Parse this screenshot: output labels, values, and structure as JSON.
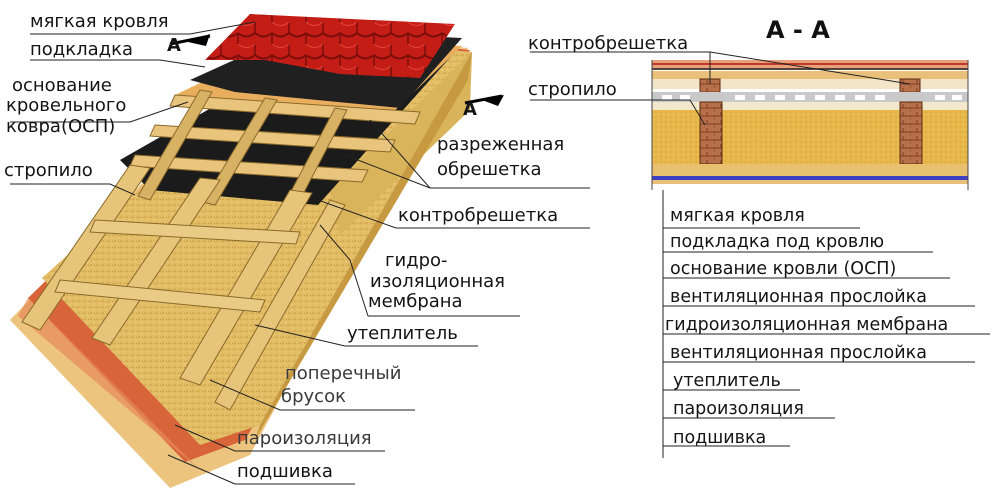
{
  "left_labels": {
    "soft_roof": "мягкая кровля",
    "underlay": "подкладка",
    "osb_line1": "основание",
    "osb_line2": "кровельного",
    "osb_line3": "ковра(ОСП)",
    "rafter": "стропило",
    "sparse_batten_line1": "разреженная",
    "sparse_batten_line2": "обрешетка",
    "counter_batten": "контробрешетка",
    "membrane_line1": "гидро-",
    "membrane_line2": "изоляционная",
    "membrane_line3": "мембрана",
    "insulation": "утеплитель",
    "cross_bar_line1": "поперечный",
    "cross_bar_line2": "брусок",
    "vapor_barrier": "пароизоляция",
    "lining": "подшивка"
  },
  "section_marks": {
    "left_a1": "А",
    "left_a2": "А"
  },
  "section": {
    "title": "А - А",
    "counter_batten": "контробрешетка",
    "rafter": "стропило",
    "layers": [
      "мягкая кровля",
      "подкладка под кровлю",
      "основание кровли (ОСП)",
      "вентиляционная прослойка",
      "гидроизоляционная мембрана",
      "вентиляционная прослойка",
      "утеплитель",
      "пароизоляция",
      "подшивка"
    ]
  },
  "colors": {
    "shingle": "#c8201a",
    "osb": "#e8b26a",
    "wood": "#e6c47a",
    "insulation": "#e0c05a",
    "membrane": "#1e1e1e",
    "vapor": "#d9663a",
    "lining": "#e8c07a",
    "blue_layer": "#3b3fc2"
  }
}
